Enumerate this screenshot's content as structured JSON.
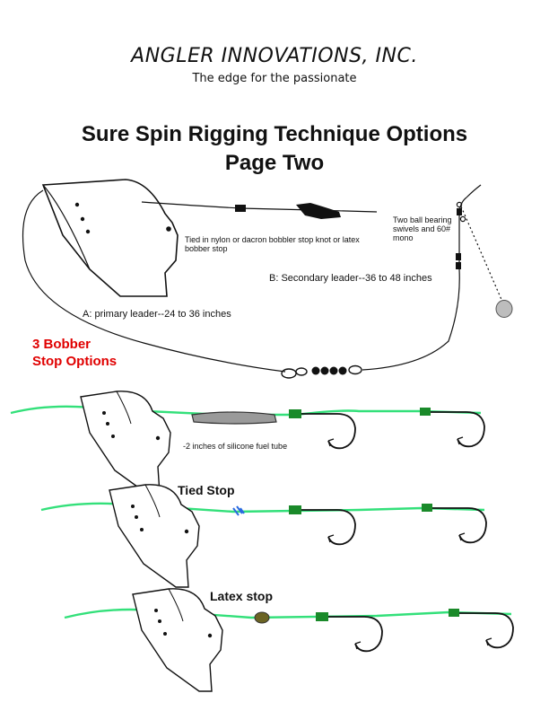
{
  "header": {
    "company": "ANGLER INNOVATIONS, INC.",
    "tagline": "The edge for the passionate"
  },
  "title": {
    "line1": "Sure Spin Rigging Technique Options",
    "line2": "Page Two"
  },
  "rig": {
    "knot_note": "Tied in nylon or dacron bobbler stop knot or latex bobber stop",
    "swivel_note": "Two ball bearing swivels and 60# mono",
    "secondary_leader": "B: Secondary leader--36 to 48 inches",
    "primary_leader": "A: primary leader--24 to 36 inches"
  },
  "options": {
    "heading": "3 Bobber Stop Options",
    "heading_color": "#e00000",
    "tube_note": "-2 inches of silicone fuel tube",
    "tied_stop": "Tied Stop",
    "latex_stop": "Latex stop"
  },
  "colors": {
    "line": "#33e07a",
    "knot": "#1a8a2a",
    "tied_knot": "#2a6ae0",
    "latex_bead": "#6b6424",
    "sinker": "#bdbdbd"
  }
}
